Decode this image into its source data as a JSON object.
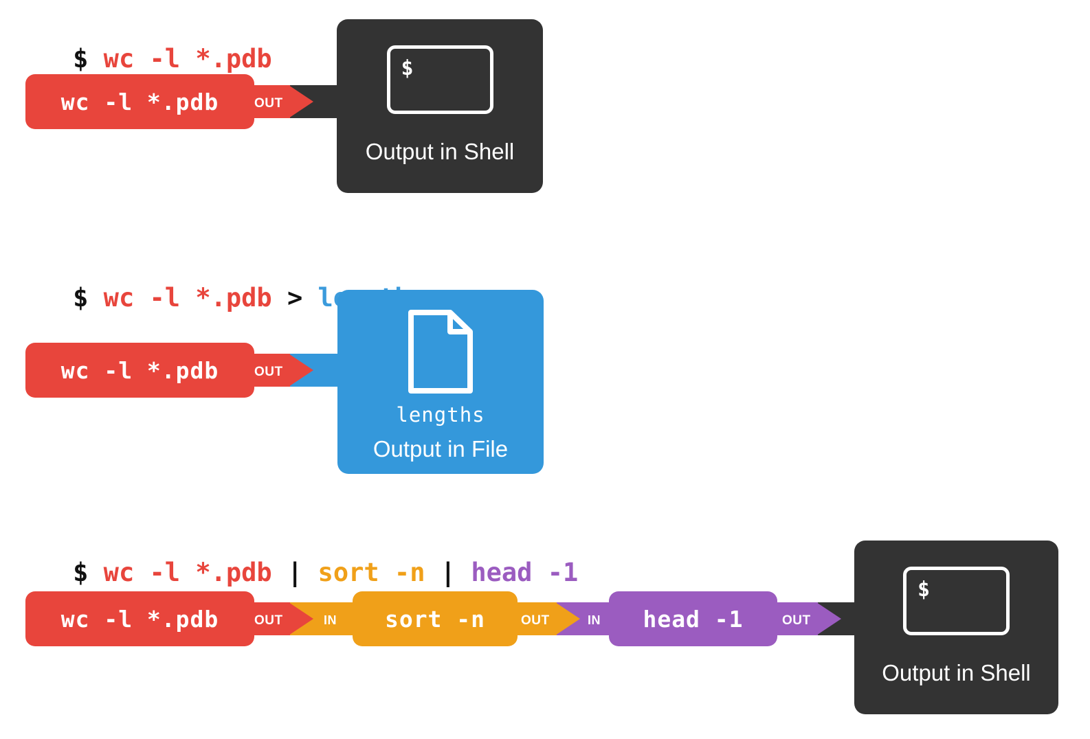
{
  "page": {
    "title": "Shell redirection and pipes diagram",
    "background": "#ffffff"
  },
  "colors": {
    "red": "#E8453C",
    "orange": "#F0A019",
    "purple": "#9B5CC0",
    "blue": "#3498DB",
    "dark": "#333333",
    "white": "#FFFFFF",
    "black": "#111111"
  },
  "labels": {
    "out": "OUT",
    "in": "IN",
    "prompt": "$"
  },
  "rows": [
    {
      "id": "row-shell-output",
      "command": {
        "tokens": [
          {
            "text": "$ ",
            "role": "prompt"
          },
          {
            "text": "wc -l *.pdb",
            "role": "command"
          }
        ],
        "full": "$ wc -l *.pdb"
      },
      "process": {
        "label": "wc -l *.pdb",
        "color": "red",
        "out": "OUT"
      },
      "output": {
        "kind": "shell",
        "caption": "Output in Shell",
        "prompt": "$"
      }
    },
    {
      "id": "row-file-output",
      "command": {
        "tokens": [
          {
            "text": "$ ",
            "role": "prompt"
          },
          {
            "text": "wc -l *.pdb",
            "role": "command"
          },
          {
            "text": " > ",
            "role": "operator"
          },
          {
            "text": "lengths",
            "role": "filename"
          }
        ],
        "full": "$ wc -l *.pdb > lengths"
      },
      "process": {
        "label": "wc -l *.pdb",
        "color": "red",
        "out": "OUT"
      },
      "output": {
        "kind": "file",
        "caption": "Output in File",
        "filename": "lengths"
      }
    },
    {
      "id": "row-pipeline",
      "command": {
        "tokens": [
          {
            "text": "$ ",
            "role": "prompt"
          },
          {
            "text": "wc -l *.pdb",
            "role": "command"
          },
          {
            "text": " | ",
            "role": "operator"
          },
          {
            "text": "sort -n",
            "role": "sort"
          },
          {
            "text": " | ",
            "role": "operator"
          },
          {
            "text": "head -1",
            "role": "head"
          }
        ],
        "full": "$ wc -l *.pdb | sort -n | head -1"
      },
      "stages": [
        {
          "label": "wc -l *.pdb",
          "color": "red",
          "in": null,
          "out": "OUT"
        },
        {
          "label": "sort -n",
          "color": "orange",
          "in": "IN",
          "out": "OUT"
        },
        {
          "label": "head -1",
          "color": "purple",
          "in": "IN",
          "out": "OUT"
        }
      ],
      "output": {
        "kind": "shell",
        "caption": "Output in Shell",
        "prompt": "$"
      }
    }
  ],
  "icons": {
    "terminal": "terminal-icon",
    "document": "document-icon"
  }
}
